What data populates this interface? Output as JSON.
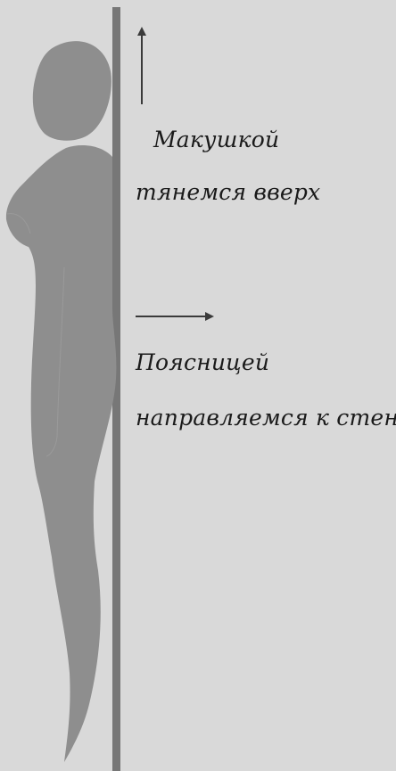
{
  "labels": {
    "top_line1": "Макушкой",
    "top_line2": "тянемся вверх",
    "bottom_line1": "Поясницей",
    "bottom_line2": "направляемся к стене"
  },
  "colors": {
    "background": "#d9d9d9",
    "wall": "#777777",
    "figure": "#8e8e8e",
    "arrow": "#3a3a3a",
    "text": "#1a1a1a"
  },
  "arrows": {
    "top": "up",
    "middle": "right"
  }
}
